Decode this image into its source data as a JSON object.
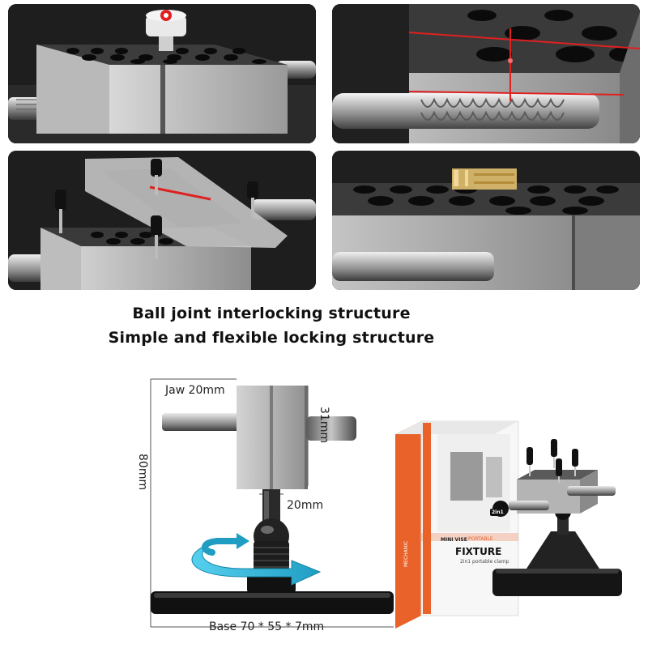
{
  "headline": {
    "line1": "Ball joint interlocking structure",
    "line2": "Simple and flexible locking structure"
  },
  "dimensions": {
    "jaw": "Jaw 20mm",
    "jaw_height": "31mm",
    "total_height": "80mm",
    "neck": "20mm",
    "base": "Base 70 * 55 * 7mm"
  },
  "packaging": {
    "brand": "MECHANIC",
    "series": "MINI VISE",
    "subtitle": "PORTABLE",
    "product": "FIXTURE",
    "tagline": "2in1 portable clamp",
    "badge": "2in1"
  },
  "colors": {
    "accent_orange": "#e8622a",
    "rotate_arrow": "#2ab0d0",
    "laser_red": "#e02020"
  }
}
